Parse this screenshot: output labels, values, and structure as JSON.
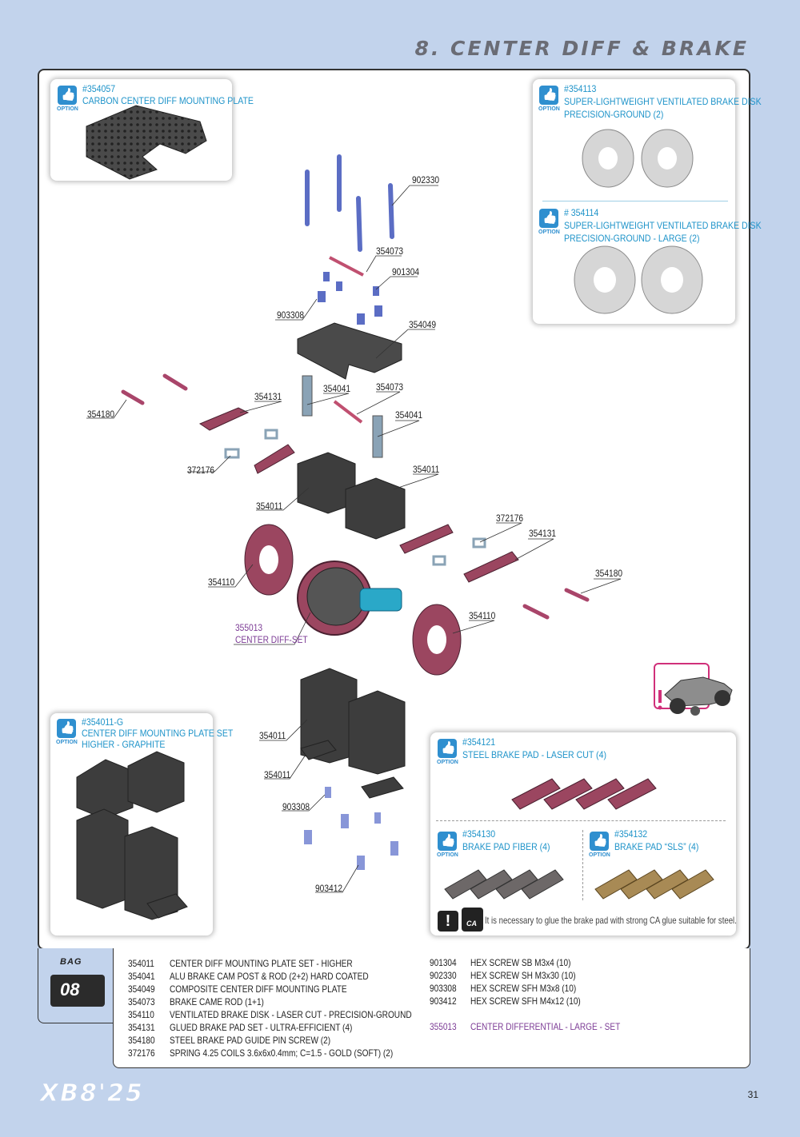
{
  "page_title": "8. CENTER DIFF & BRAKE",
  "option_label": "OPTION",
  "options": {
    "top_left": {
      "ref": "#354057",
      "text": "CARBON CENTER DIFF MOUNTING PLATE"
    },
    "top_right_1": {
      "ref": "#354113",
      "text_1": "SUPER-LIGHTWEIGHT VENTILATED BRAKE DISK",
      "text_2": "PRECISION-GROUND (2)"
    },
    "top_right_2": {
      "ref": "# 354114",
      "text_1": "SUPER-LIGHTWEIGHT VENTILATED BRAKE DISK",
      "text_2": "PRECISION-GROUND - LARGE (2)"
    },
    "bottom_left": {
      "ref": "#354011-G",
      "text_1": "CENTER DIFF MOUNTING PLATE SET",
      "text_2": "HIGHER - GRAPHITE"
    },
    "brake_pad_steel": {
      "ref": "#354121",
      "text": "STEEL BRAKE PAD - LASER CUT (4)"
    },
    "brake_pad_fiber": {
      "ref": "#354130",
      "text": "BRAKE PAD FIBER (4)"
    },
    "brake_pad_sls": {
      "ref": "#354132",
      "text": "BRAKE PAD “SLS” (4)"
    }
  },
  "glue_note": "It is necessary to glue the brake pad with strong CA glue suitable for steel.",
  "ca_icon_text": "CA",
  "callouts": [
    {
      "id": "902330",
      "purple": false
    },
    {
      "id": "354073",
      "purple": false
    },
    {
      "id": "901304",
      "purple": false
    },
    {
      "id": "903308",
      "purple": false
    },
    {
      "id": "354049",
      "purple": false
    },
    {
      "id": "354131",
      "purple": false
    },
    {
      "id": "354041",
      "purple": false
    },
    {
      "id": "354073",
      "purple": false
    },
    {
      "id": "354180",
      "purple": false
    },
    {
      "id": "354041",
      "purple": false
    },
    {
      "id": "372176",
      "purple": false
    },
    {
      "id": "354011",
      "purple": false
    },
    {
      "id": "354011",
      "purple": false
    },
    {
      "id": "372176",
      "purple": false
    },
    {
      "id": "354131",
      "purple": false
    },
    {
      "id": "354180",
      "purple": false
    },
    {
      "id": "354110",
      "purple": false
    },
    {
      "id": "354110",
      "purple": false
    },
    {
      "id": "355013",
      "purple": true
    },
    {
      "id": "CENTER DIFF-SET",
      "purple": true
    },
    {
      "id": "354011",
      "purple": false
    },
    {
      "id": "354011",
      "purple": false
    },
    {
      "id": "903308",
      "purple": false
    },
    {
      "id": "903412",
      "purple": false
    }
  ],
  "bag": {
    "label": "BAG",
    "number": "08"
  },
  "parts_left": [
    {
      "code": "354011",
      "desc": "CENTER DIFF MOUNTING PLATE SET - HIGHER"
    },
    {
      "code": "354041",
      "desc": "ALU BRAKE CAM POST & ROD (2+2) HARD COATED"
    },
    {
      "code": "354049",
      "desc": "COMPOSITE CENTER DIFF MOUNTING PLATE"
    },
    {
      "code": "354073",
      "desc": "BRAKE CAME ROD (1+1)"
    },
    {
      "code": "354110",
      "desc": "VENTILATED BRAKE DISK - LASER CUT - PRECISION-GROUND"
    },
    {
      "code": "354131",
      "desc": "GLUED BRAKE PAD SET - ULTRA-EFFICIENT (4)"
    },
    {
      "code": "354180",
      "desc": "STEEL BRAKE PAD GUIDE PIN SCREW (2)"
    },
    {
      "code": "372176",
      "desc": "SPRING 4.25 COILS 3.6x6x0.4mm; C=1.5 - GOLD (SOFT) (2)"
    }
  ],
  "parts_right": [
    {
      "code": "901304",
      "desc": "HEX SCREW  SB M3x4  (10)"
    },
    {
      "code": "902330",
      "desc": "HEX SCREW  SH M3x30  (10)"
    },
    {
      "code": "903308",
      "desc": "HEX SCREW  SFH M3x8  (10)"
    },
    {
      "code": "903412",
      "desc": "HEX SCREW  SFH M4x12  (10)"
    }
  ],
  "parts_special": {
    "code": "355013",
    "desc": "CENTER DIFFERENTIAL - LARGE - SET"
  },
  "footer": {
    "logo": "XB8'25",
    "page_number": "31"
  },
  "colors": {
    "background": "#c2d3ec",
    "option_blue": "#1e93c9",
    "set_purple": "#7c3b95",
    "part_pink": "#9b4660",
    "part_blue": "#5b6dc4",
    "part_gray": "#3d3d3d"
  }
}
